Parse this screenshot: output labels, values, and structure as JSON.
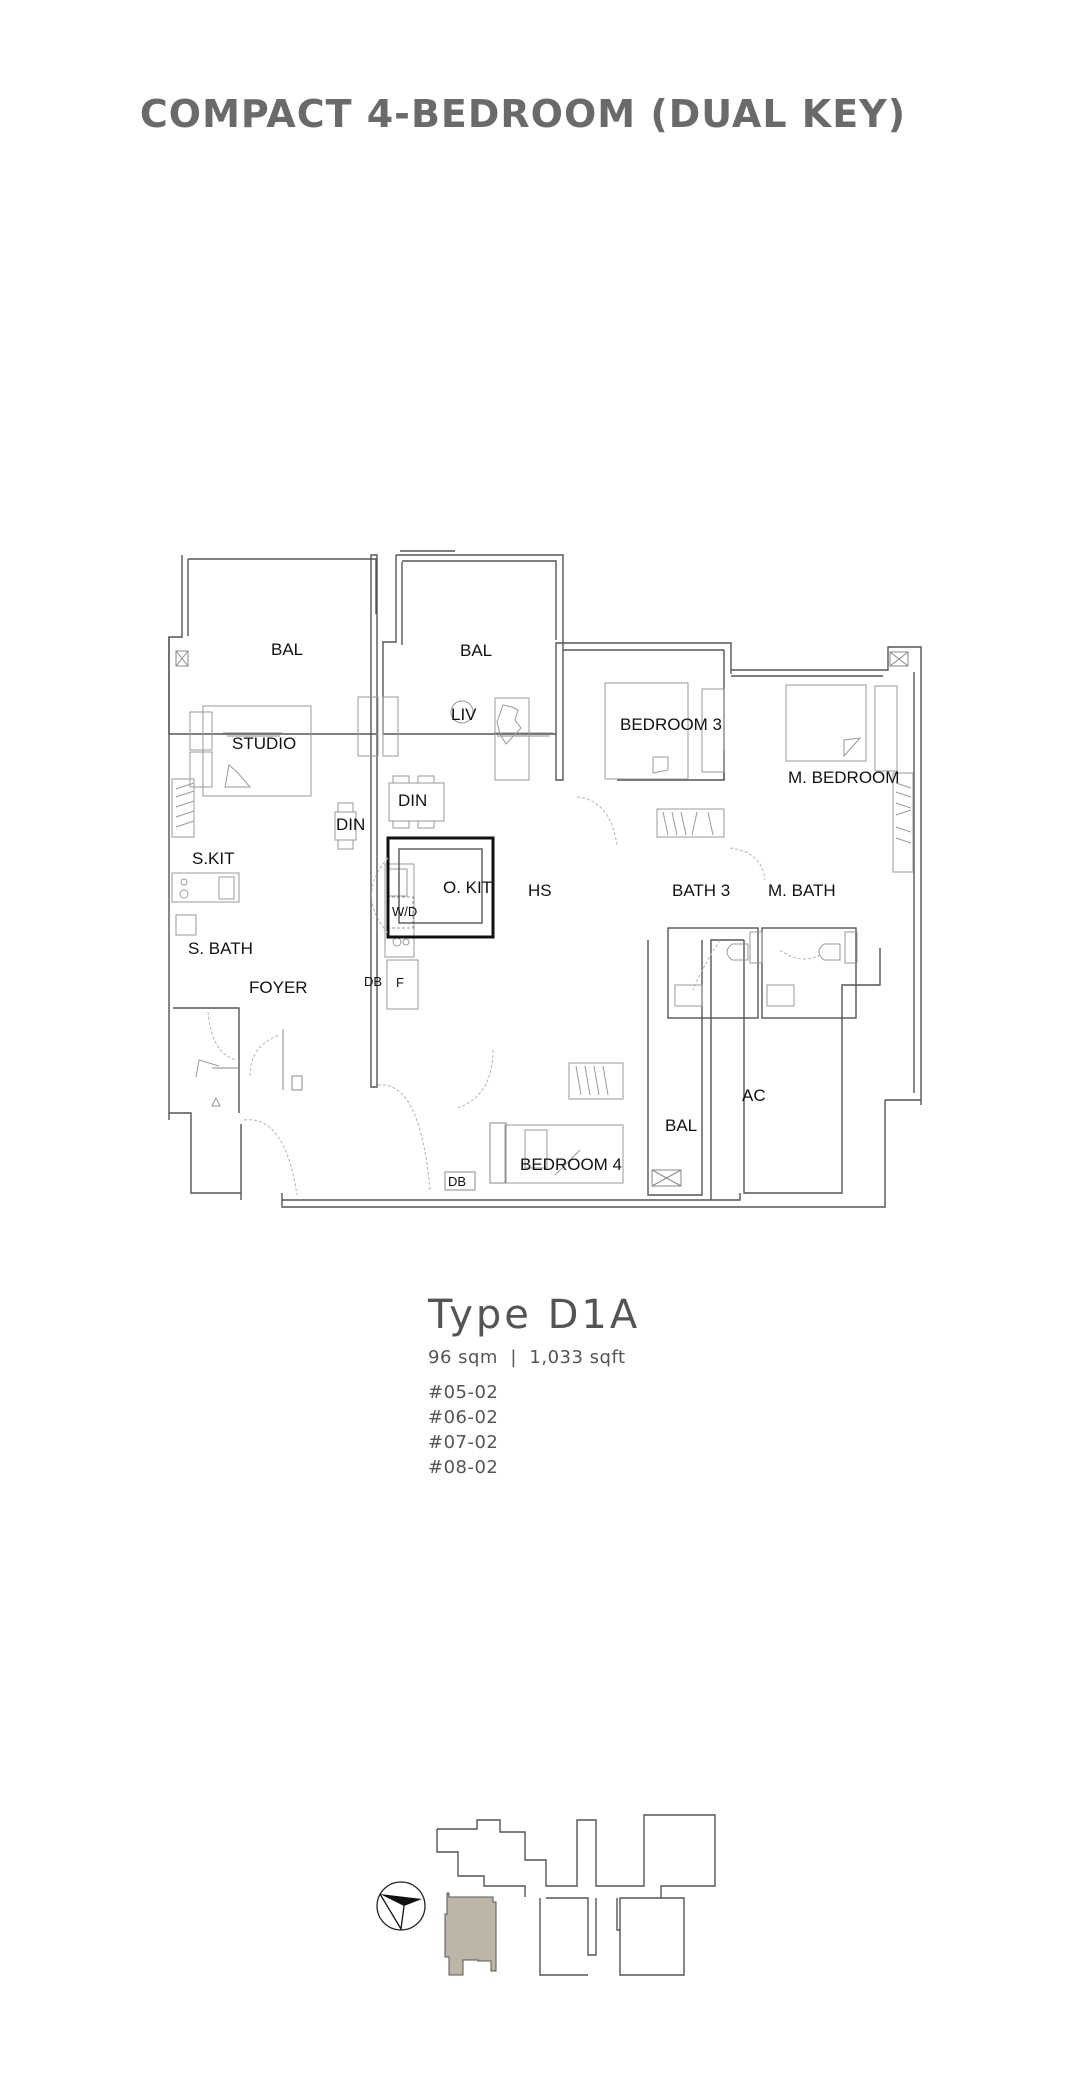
{
  "header": {
    "title": "COMPACT 4-BEDROOM (DUAL KEY)"
  },
  "floor_plan": {
    "rooms": {
      "bal_left": "BAL",
      "bal_mid": "BAL",
      "bal_small": "BAL",
      "studio": "STUDIO",
      "liv": "LIV",
      "din_studio": "DIN",
      "din_main": "DIN",
      "s_kit": "S.KIT",
      "o_kit": "O. KIT",
      "w_d": "W/D",
      "fridge": "F",
      "s_bath": "S. BATH",
      "foyer": "FOYER",
      "db_upper": "DB",
      "db_lower": "DB",
      "hs": "HS",
      "bedroom3": "BEDROOM 3",
      "m_bedroom": "M. BEDROOM",
      "bath3": "BATH 3",
      "m_bath": "M. BATH",
      "bedroom4": "BEDROOM 4",
      "ac": "AC"
    }
  },
  "unit": {
    "type": "Type D1A",
    "area": "96 sqm  |  1,033 sqft",
    "units": [
      "#05-02",
      "#06-02",
      "#07-02",
      "#08-02"
    ]
  },
  "key_plan": {
    "highlight_color": "#bdb5a8",
    "compass": "north-arrow"
  }
}
